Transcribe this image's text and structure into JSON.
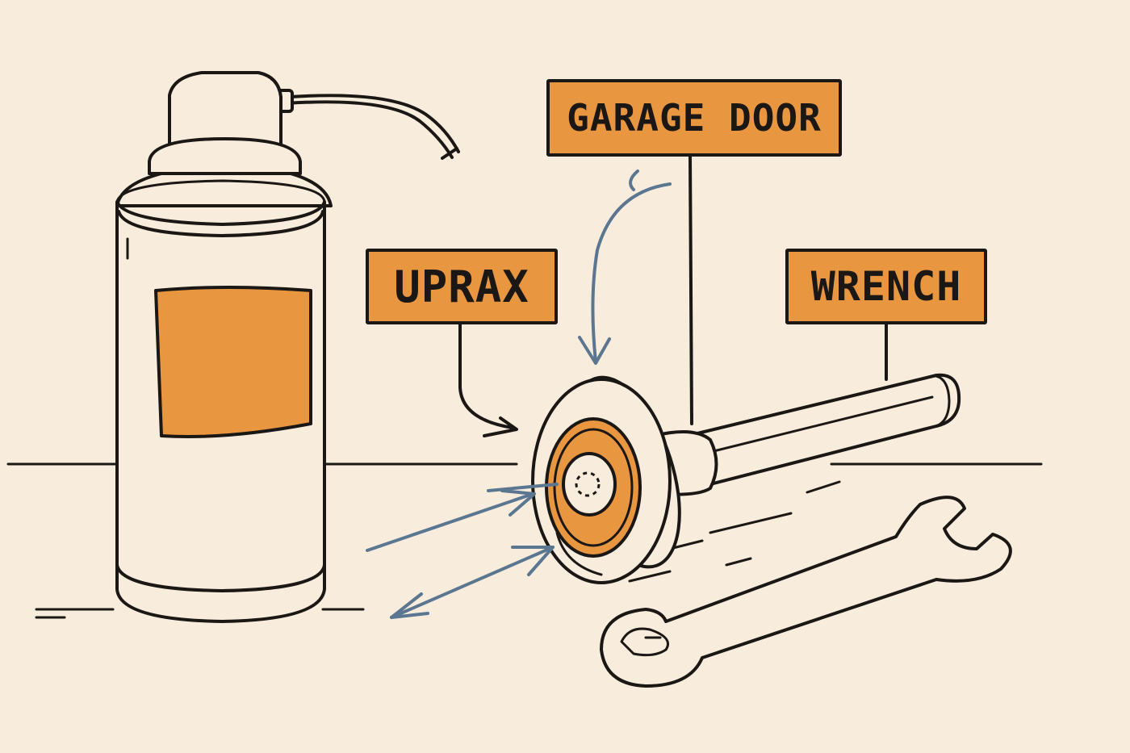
{
  "labels": {
    "garage_door": "GARAGE DOOR",
    "uprax": "UPRAX",
    "wrench": "WRENCH"
  },
  "colors": {
    "background": "#f8ecdc",
    "label_fill": "#e8963f",
    "ink": "#1a1714",
    "arrow": "#5b7690"
  }
}
